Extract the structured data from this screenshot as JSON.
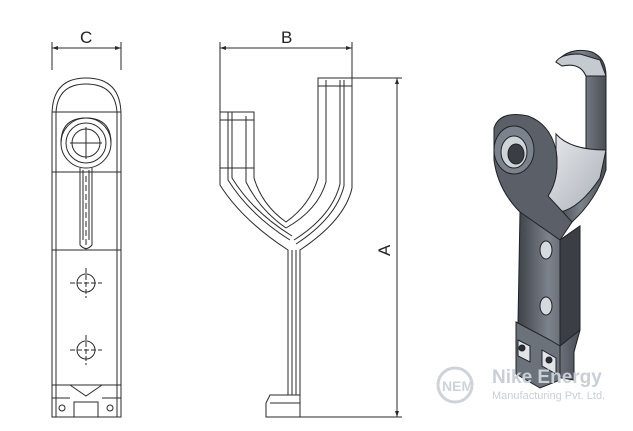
{
  "dimensions": {
    "a": "A",
    "b": "B",
    "c": "C"
  },
  "watermark": {
    "logo_letters": "NEM",
    "company": "Nike Energy",
    "subtitle": "Manufacturing Pvt. Ltd.",
    "color": "#c9cfd6"
  },
  "colors": {
    "line": "#2a2a2a",
    "render_dark": "#4a4e55",
    "render_mid": "#8a9099",
    "render_light": "#d9dde2"
  }
}
